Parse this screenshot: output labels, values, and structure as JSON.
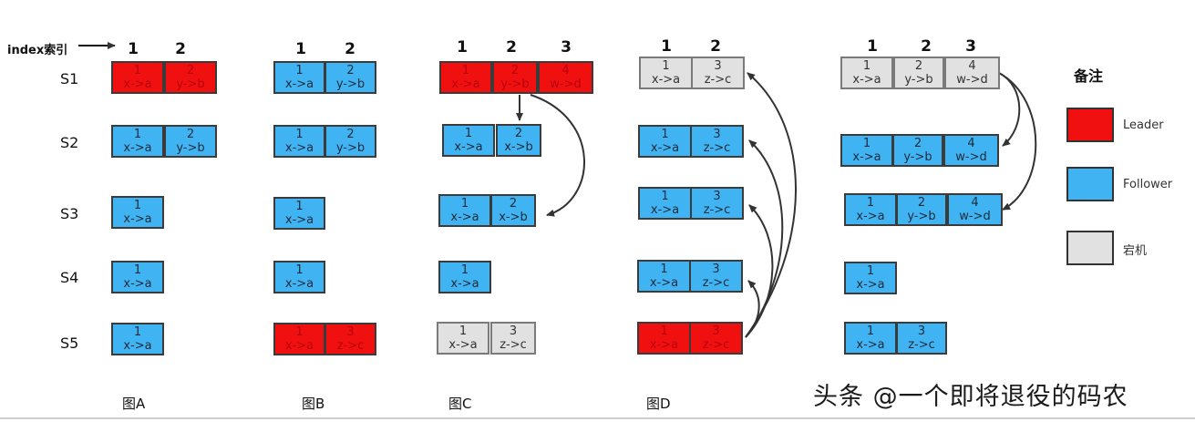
{
  "index_label": "index索引",
  "index_numbers": [
    "1",
    "2",
    "3"
  ],
  "server_labels": [
    "S1",
    "S2",
    "S3",
    "S4",
    "S5"
  ],
  "figure_labels": [
    "图A",
    "图B",
    "图C",
    "图D"
  ],
  "legend": {
    "title": "备注",
    "items": [
      {
        "label": "Leader",
        "color": "#f01010"
      },
      {
        "label": "Follower",
        "color": "#40b4f2"
      },
      {
        "label": "宕机",
        "color": "#e1e1e1"
      }
    ]
  },
  "watermark": "头条 @一个即将退役的码农",
  "panels": [
    {
      "id": "A",
      "columns": [
        "1",
        "2"
      ],
      "rows": [
        [
          {
            "index": "1",
            "cmd": "x->a",
            "state": "leader"
          },
          {
            "index": "2",
            "cmd": "y->b",
            "state": "leader"
          }
        ],
        [
          {
            "index": "1",
            "cmd": "x->a",
            "state": "follower"
          },
          {
            "index": "2",
            "cmd": "y->b",
            "state": "follower"
          }
        ],
        [
          {
            "index": "1",
            "cmd": "x->a",
            "state": "follower"
          }
        ],
        [
          {
            "index": "1",
            "cmd": "x->a",
            "state": "follower"
          }
        ],
        [
          {
            "index": "1",
            "cmd": "x->a",
            "state": "follower"
          }
        ]
      ]
    },
    {
      "id": "B",
      "columns": [
        "1",
        "2"
      ],
      "rows": [
        [
          {
            "index": "1",
            "cmd": "x->a",
            "state": "follower"
          },
          {
            "index": "2",
            "cmd": "y->b",
            "state": "follower"
          }
        ],
        [
          {
            "index": "1",
            "cmd": "x->a",
            "state": "follower"
          },
          {
            "index": "2",
            "cmd": "y->b",
            "state": "follower"
          }
        ],
        [
          {
            "index": "1",
            "cmd": "x->a",
            "state": "follower"
          }
        ],
        [
          {
            "index": "1",
            "cmd": "x->a",
            "state": "follower"
          }
        ],
        [
          {
            "index": "1",
            "cmd": "x->a",
            "state": "leader"
          },
          {
            "index": "3",
            "cmd": "z->c",
            "state": "leader"
          }
        ]
      ]
    },
    {
      "id": "C",
      "columns": [
        "1",
        "2",
        "3"
      ],
      "rows": [
        [
          {
            "index": "1",
            "cmd": "x->a",
            "state": "leader"
          },
          {
            "index": "2",
            "cmd": "y->b",
            "state": "leader"
          },
          {
            "index": "4",
            "cmd": "w->d",
            "state": "leader"
          }
        ],
        [
          {
            "index": "1",
            "cmd": "x->a",
            "state": "follower"
          },
          {
            "index": "2",
            "cmd": "x->b",
            "state": "follower"
          }
        ],
        [
          {
            "index": "1",
            "cmd": "x->a",
            "state": "follower"
          },
          {
            "index": "2",
            "cmd": "x->b",
            "state": "follower"
          }
        ],
        [
          {
            "index": "1",
            "cmd": "x->a",
            "state": "follower"
          }
        ],
        [
          {
            "index": "1",
            "cmd": "x->a",
            "state": "down"
          },
          {
            "index": "3",
            "cmd": "z->c",
            "state": "down"
          }
        ]
      ]
    },
    {
      "id": "D",
      "columns": [
        "1",
        "2"
      ],
      "rows": [
        [
          {
            "index": "1",
            "cmd": "x->a",
            "state": "down"
          },
          {
            "index": "3",
            "cmd": "z->c",
            "state": "down"
          }
        ],
        [
          {
            "index": "1",
            "cmd": "x->a",
            "state": "follower"
          },
          {
            "index": "3",
            "cmd": "z->c",
            "state": "follower"
          }
        ],
        [
          {
            "index": "1",
            "cmd": "x->a",
            "state": "follower"
          },
          {
            "index": "3",
            "cmd": "z->c",
            "state": "follower"
          }
        ],
        [
          {
            "index": "1",
            "cmd": "x->a",
            "state": "follower"
          },
          {
            "index": "3",
            "cmd": "z->c",
            "state": "follower"
          }
        ],
        [
          {
            "index": "1",
            "cmd": "x->a",
            "state": "leader"
          },
          {
            "index": "3",
            "cmd": "z->c",
            "state": "leader"
          }
        ]
      ]
    },
    {
      "id": "E",
      "columns": [
        "1",
        "2",
        "3"
      ],
      "rows": [
        [
          {
            "index": "1",
            "cmd": "x->a",
            "state": "down"
          },
          {
            "index": "2",
            "cmd": "y->b",
            "state": "down"
          },
          {
            "index": "4",
            "cmd": "w->d",
            "state": "down"
          }
        ],
        [
          {
            "index": "1",
            "cmd": "x->a",
            "state": "follower"
          },
          {
            "index": "2",
            "cmd": "y->b",
            "state": "follower"
          },
          {
            "index": "4",
            "cmd": "w->d",
            "state": "follower"
          }
        ],
        [
          {
            "index": "1",
            "cmd": "x->a",
            "state": "follower"
          },
          {
            "index": "2",
            "cmd": "y->b",
            "state": "follower"
          },
          {
            "index": "4",
            "cmd": "w->d",
            "state": "follower"
          }
        ],
        [
          {
            "index": "1",
            "cmd": "x->a",
            "state": "follower"
          }
        ],
        [
          {
            "index": "1",
            "cmd": "x->a",
            "state": "follower"
          },
          {
            "index": "3",
            "cmd": "z->c",
            "state": "follower"
          }
        ]
      ]
    }
  ]
}
